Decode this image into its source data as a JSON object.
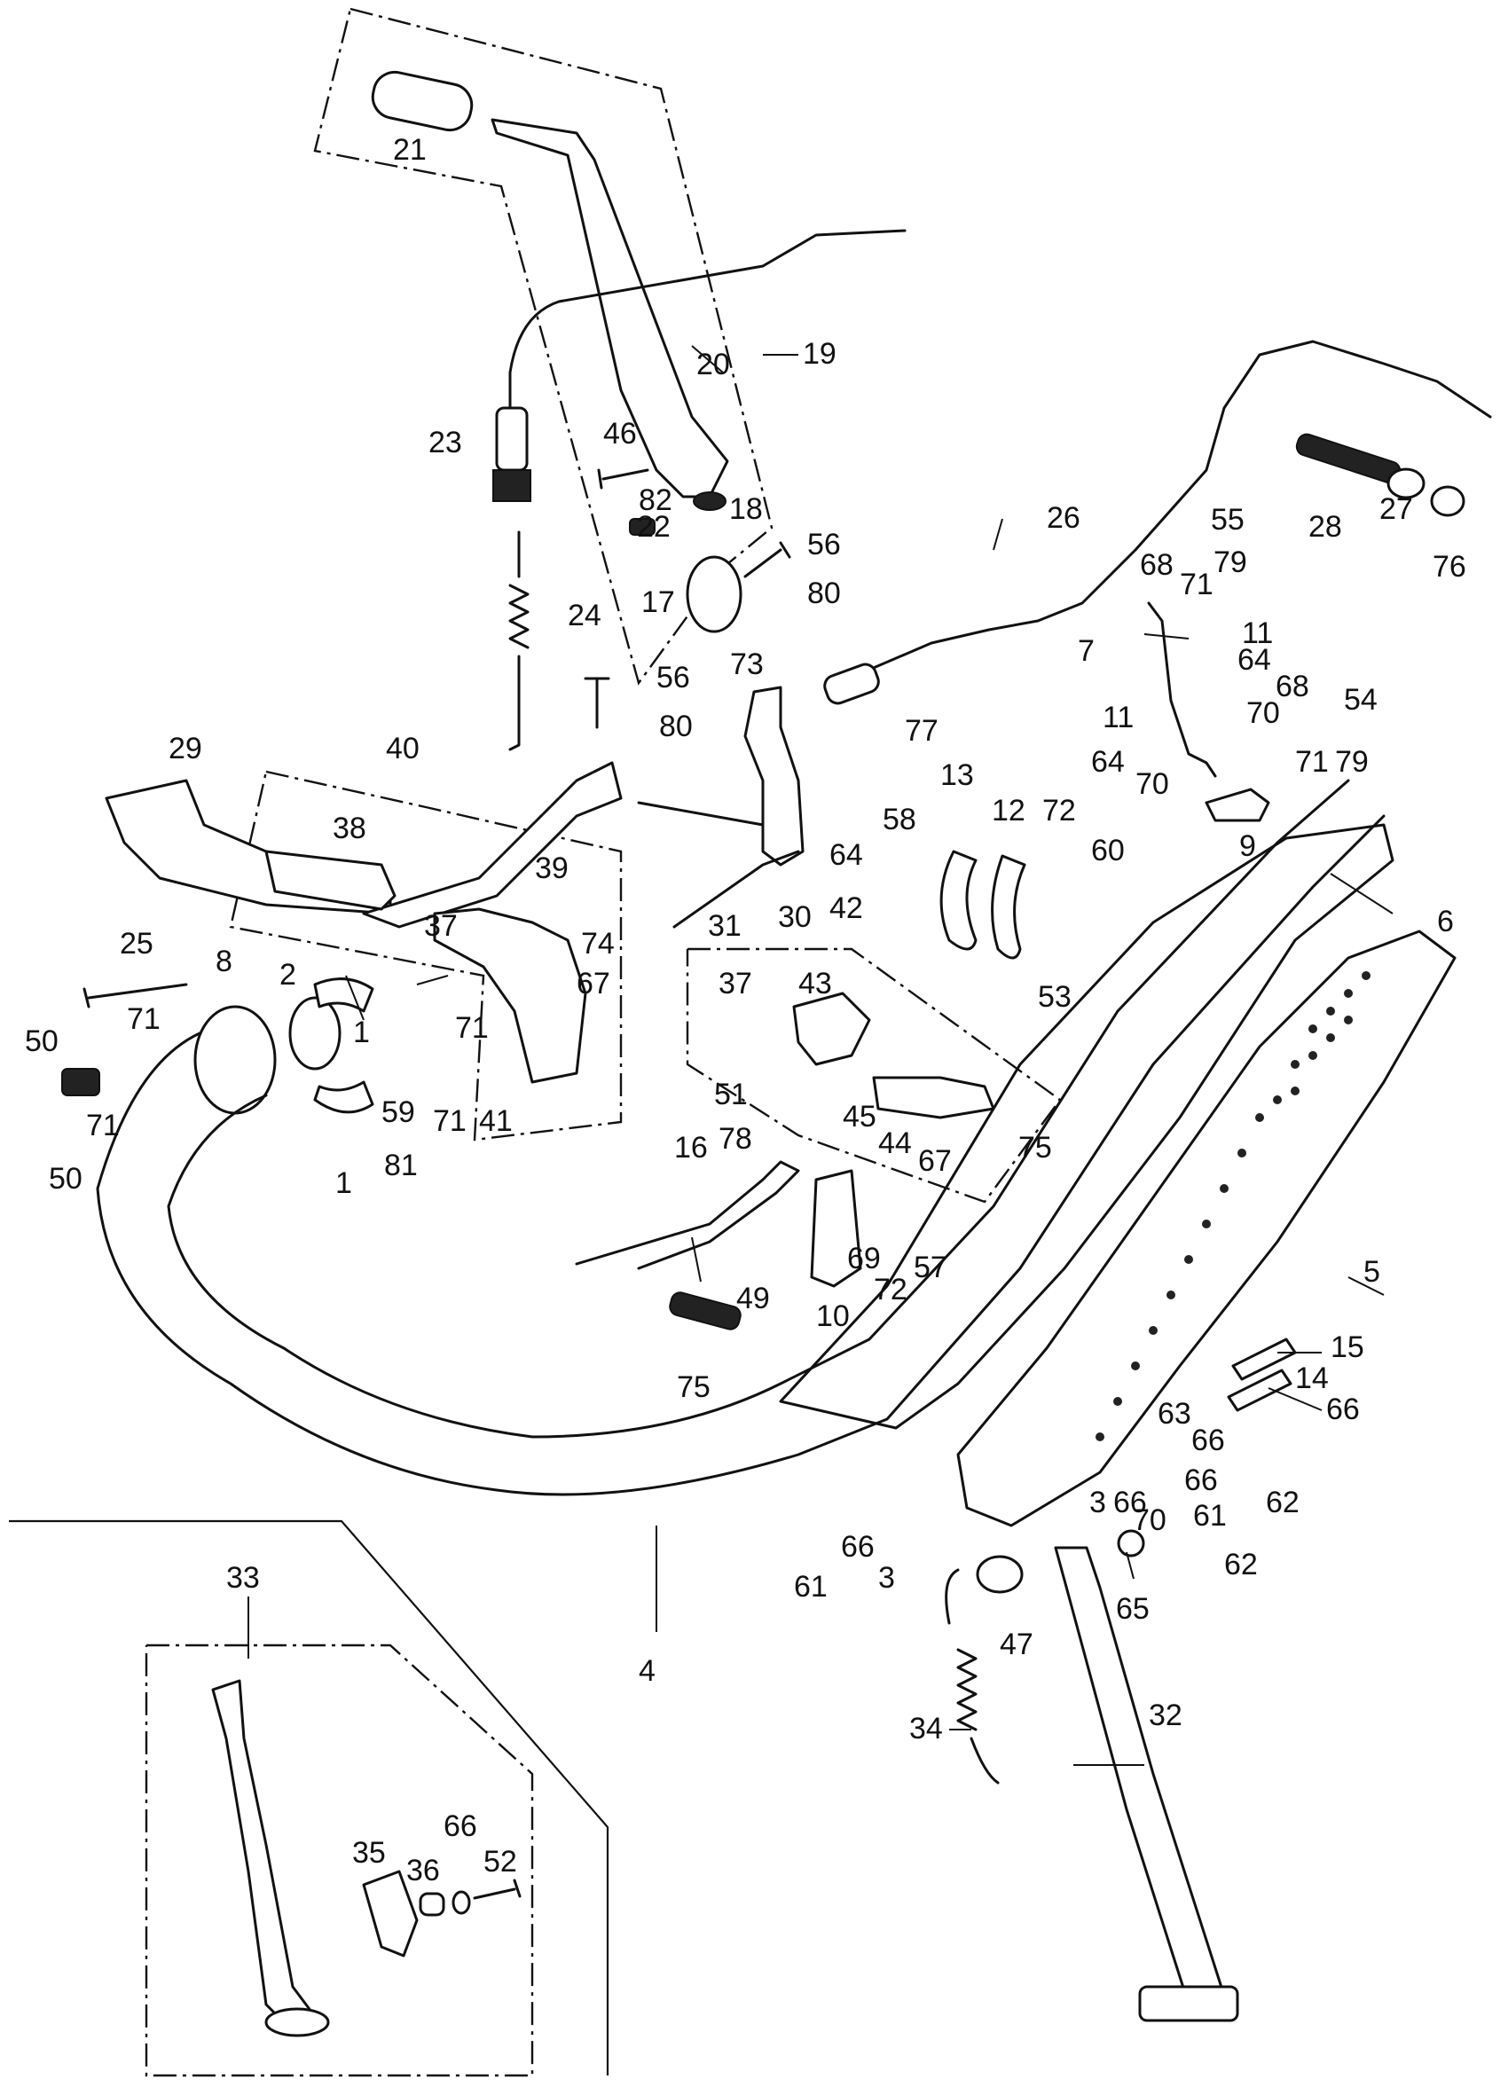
{
  "callouts": [
    {
      "id": "c1a",
      "text": "1"
    },
    {
      "id": "c1b",
      "text": "1"
    },
    {
      "id": "c2",
      "text": "2"
    },
    {
      "id": "c3a",
      "text": "3"
    },
    {
      "id": "c3b",
      "text": "3"
    },
    {
      "id": "c4",
      "text": "4"
    },
    {
      "id": "c5",
      "text": "5"
    },
    {
      "id": "c6",
      "text": "6"
    },
    {
      "id": "c7",
      "text": "7"
    },
    {
      "id": "c8",
      "text": "8"
    },
    {
      "id": "c9",
      "text": "9"
    },
    {
      "id": "c10",
      "text": "10"
    },
    {
      "id": "c11a",
      "text": "11"
    },
    {
      "id": "c11b",
      "text": "11"
    },
    {
      "id": "c12",
      "text": "12"
    },
    {
      "id": "c13",
      "text": "13"
    },
    {
      "id": "c14",
      "text": "14"
    },
    {
      "id": "c15",
      "text": "15"
    },
    {
      "id": "c16",
      "text": "16"
    },
    {
      "id": "c17",
      "text": "17"
    },
    {
      "id": "c18",
      "text": "18"
    },
    {
      "id": "c19",
      "text": "19"
    },
    {
      "id": "c20",
      "text": "20"
    },
    {
      "id": "c21",
      "text": "21"
    },
    {
      "id": "c22",
      "text": "22"
    },
    {
      "id": "c23",
      "text": "23"
    },
    {
      "id": "c24",
      "text": "24"
    },
    {
      "id": "c25",
      "text": "25"
    },
    {
      "id": "c26",
      "text": "26"
    },
    {
      "id": "c27",
      "text": "27"
    },
    {
      "id": "c28",
      "text": "28"
    },
    {
      "id": "c29",
      "text": "29"
    },
    {
      "id": "c30",
      "text": "30"
    },
    {
      "id": "c31",
      "text": "31"
    },
    {
      "id": "c32",
      "text": "32"
    },
    {
      "id": "c33",
      "text": "33"
    },
    {
      "id": "c34",
      "text": "34"
    },
    {
      "id": "c35",
      "text": "35"
    },
    {
      "id": "c36",
      "text": "36"
    },
    {
      "id": "c37a",
      "text": "37"
    },
    {
      "id": "c37b",
      "text": "37"
    },
    {
      "id": "c38",
      "text": "38"
    },
    {
      "id": "c39",
      "text": "39"
    },
    {
      "id": "c40",
      "text": "40"
    },
    {
      "id": "c41",
      "text": "41"
    },
    {
      "id": "c42",
      "text": "42"
    },
    {
      "id": "c43",
      "text": "43"
    },
    {
      "id": "c44",
      "text": "44"
    },
    {
      "id": "c45",
      "text": "45"
    },
    {
      "id": "c46",
      "text": "46"
    },
    {
      "id": "c47",
      "text": "47"
    },
    {
      "id": "c49",
      "text": "49"
    },
    {
      "id": "c50a",
      "text": "50"
    },
    {
      "id": "c50b",
      "text": "50"
    },
    {
      "id": "c51",
      "text": "51"
    },
    {
      "id": "c52",
      "text": "52"
    },
    {
      "id": "c53",
      "text": "53"
    },
    {
      "id": "c54",
      "text": "54"
    },
    {
      "id": "c55",
      "text": "55"
    },
    {
      "id": "c56a",
      "text": "56"
    },
    {
      "id": "c56b",
      "text": "56"
    },
    {
      "id": "c57",
      "text": "57"
    },
    {
      "id": "c58",
      "text": "58"
    },
    {
      "id": "c59",
      "text": "59"
    },
    {
      "id": "c60",
      "text": "60"
    },
    {
      "id": "c61a",
      "text": "61"
    },
    {
      "id": "c61b",
      "text": "61"
    },
    {
      "id": "c62a",
      "text": "62"
    },
    {
      "id": "c62b",
      "text": "62"
    },
    {
      "id": "c63",
      "text": "63"
    },
    {
      "id": "c64a",
      "text": "64"
    },
    {
      "id": "c64b",
      "text": "64"
    },
    {
      "id": "c64c",
      "text": "64"
    },
    {
      "id": "c65",
      "text": "65"
    },
    {
      "id": "c66a",
      "text": "66"
    },
    {
      "id": "c66b",
      "text": "66"
    },
    {
      "id": "c66c",
      "text": "66"
    },
    {
      "id": "c66d",
      "text": "66"
    },
    {
      "id": "c66e",
      "text": "66"
    },
    {
      "id": "c66f",
      "text": "66"
    },
    {
      "id": "c67a",
      "text": "67"
    },
    {
      "id": "c67b",
      "text": "67"
    },
    {
      "id": "c68a",
      "text": "68"
    },
    {
      "id": "c68b",
      "text": "68"
    },
    {
      "id": "c69",
      "text": "69"
    },
    {
      "id": "c70a",
      "text": "70"
    },
    {
      "id": "c70b",
      "text": "70"
    },
    {
      "id": "c70c",
      "text": "70"
    },
    {
      "id": "c71a",
      "text": "71"
    },
    {
      "id": "c71b",
      "text": "71"
    },
    {
      "id": "c71c",
      "text": "71"
    },
    {
      "id": "c71d",
      "text": "71"
    },
    {
      "id": "c71e",
      "text": "71"
    },
    {
      "id": "c71f",
      "text": "71"
    },
    {
      "id": "c72a",
      "text": "72"
    },
    {
      "id": "c72b",
      "text": "72"
    },
    {
      "id": "c73",
      "text": "73"
    },
    {
      "id": "c74",
      "text": "74"
    },
    {
      "id": "c75a",
      "text": "75"
    },
    {
      "id": "c75b",
      "text": "75"
    },
    {
      "id": "c76",
      "text": "76"
    },
    {
      "id": "c77",
      "text": "77"
    },
    {
      "id": "c78",
      "text": "78"
    },
    {
      "id": "c79a",
      "text": "79"
    },
    {
      "id": "c79b",
      "text": "79"
    },
    {
      "id": "c80a",
      "text": "80"
    },
    {
      "id": "c80b",
      "text": "80"
    },
    {
      "id": "c81",
      "text": "81"
    },
    {
      "id": "c82",
      "text": "82"
    }
  ]
}
